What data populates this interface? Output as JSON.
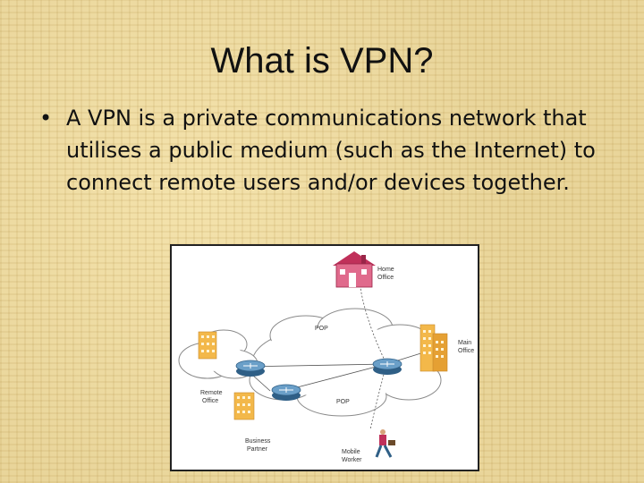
{
  "slide": {
    "title": "What is VPN?",
    "bullet_symbol": "•",
    "bullet_text": "A VPN is a private communications network that utilises a public medium (such as the Internet) to connect remote users and/or devices together."
  },
  "diagram": {
    "home_office": [
      "Home",
      "Office"
    ],
    "main_office": [
      "Main",
      "Office"
    ],
    "remote_office": [
      "Remote",
      "Office"
    ],
    "business_partner": [
      "Business",
      "Partner"
    ],
    "mobile_worker": [
      "Mobile",
      "Worker"
    ],
    "pop_top": "POP",
    "pop_bottom": "POP"
  }
}
